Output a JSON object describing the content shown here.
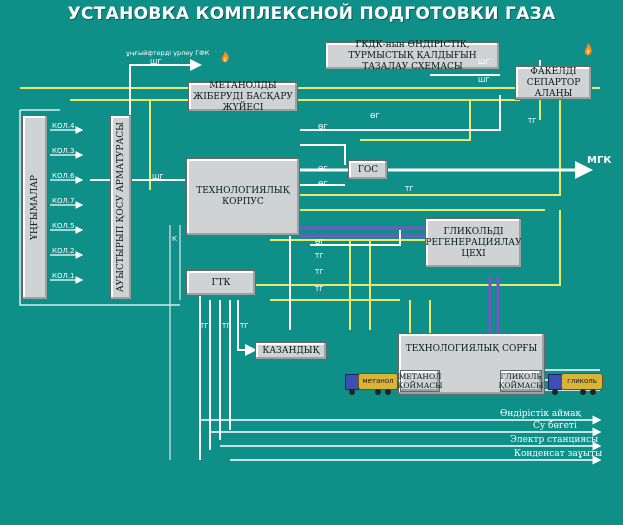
{
  "title": "УСТАНОВКА КОМПЛЕКСНОЙ ПОДГОТОВКИ ГАЗА",
  "boxes": {
    "wells": "ҰҢҒЫМАЛАР",
    "manifold": "АУЫСТЫРЫП ҚОСУ АРМАТУРАСЫ",
    "methanol_ctrl": "МЕТАНОЛДЫ ЖІБЕРУДІ БАСҚАРУ ЖҮЙЕСІ",
    "gkdk": "ГКДК-нын ӨНДІРІСТІК, ТУРМЫСТЫҚ ҚАЛДЫҒЫН ТАЗАЛАУ СХЕМАСЫ",
    "flare": "ФАКЕЛДІ СЕПАРТОР АЛАҢЫ",
    "tech_corpus": "ТЕХНОЛОГИЯЛЫҚ КОРПУС",
    "gos": "ГОС",
    "glycol_regen": "ГЛИКОЛЬДІ РЕГЕНЕРАЦИЯЛАУ ЦЕХІ",
    "gtk": "ГТК",
    "boiler": "КАЗАНДЫҚ",
    "tech_pump": "ТЕХНОЛОГИЯЛЫҚ СОРҒЫ",
    "methanol_store": "МЕТАНОЛ ҚОЙМАСЫ",
    "glycol_store": "ГЛИКОЛЬ ҚОЙМАСЫ"
  },
  "wells_list": [
    "КОЛ.4",
    "КОЛ.3",
    "КОЛ.6",
    "КОЛ.7",
    "КОЛ.5",
    "КОЛ.2",
    "КОЛ.1"
  ],
  "well_source_label": "ұңғыйфтерді үрлеу ГФК",
  "line_labels": {
    "shg": "ШГ",
    "og": "ӨГ",
    "tg": "ТГ",
    "k": "К"
  },
  "mgk": "МГК",
  "truck_labels": {
    "methanol": "метанол",
    "glycol": "гликоль"
  },
  "outputs": [
    "Өндірістік аймақ",
    "Су бөгеті",
    "Электр станциясы",
    "Конденсат заұыты"
  ],
  "colors": {
    "background": "#0e8f88",
    "gas_line": "#ffffff",
    "condensate_line": "#e8e86a",
    "methanol_line": "#7a55c8",
    "thin_line": "#dfe8e8",
    "flame": "#ff8a1e"
  }
}
